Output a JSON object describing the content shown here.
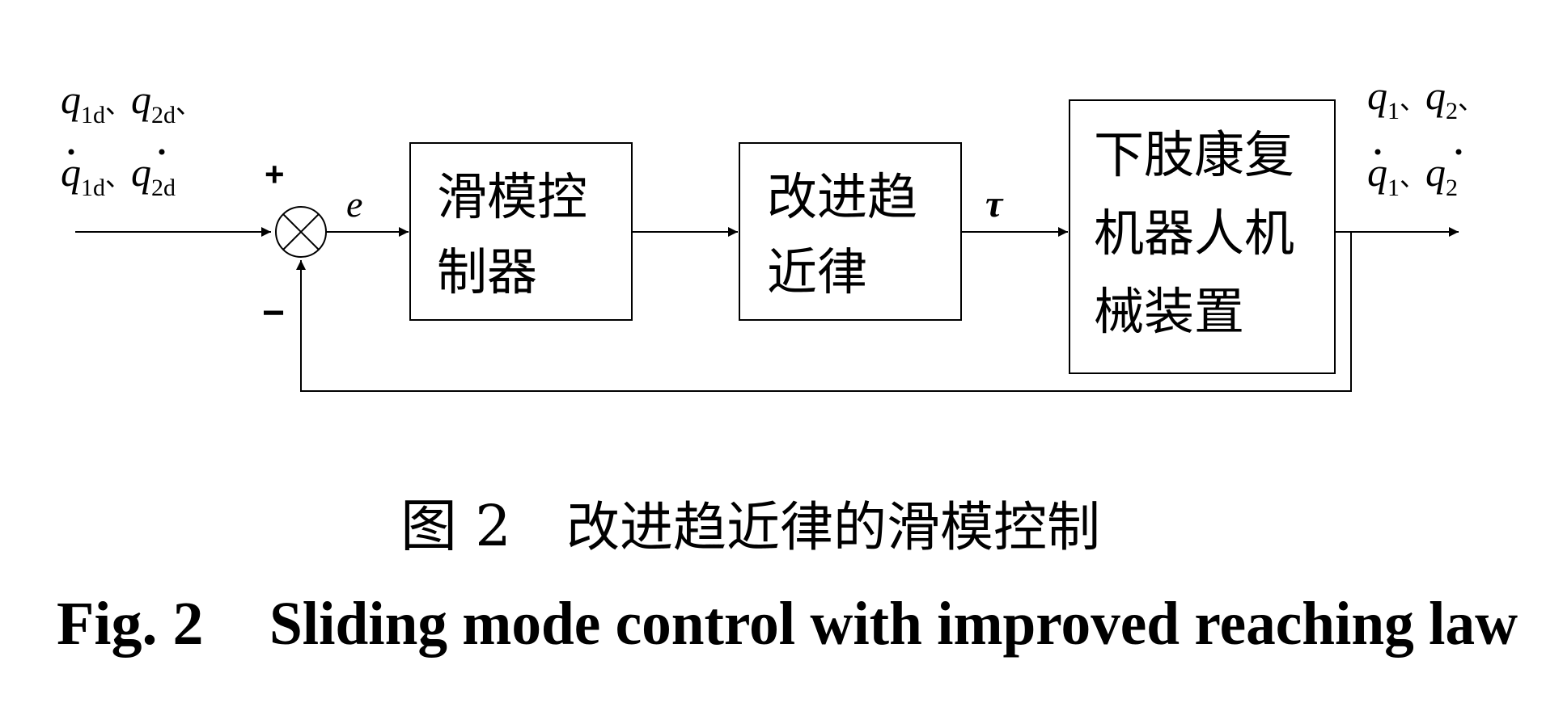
{
  "diagram": {
    "inputs": {
      "line1": {
        "a": "q",
        "a_sub": "1d",
        "b": "q",
        "b_sub": "2d",
        "sep": "、"
      },
      "line2": {
        "a": "q",
        "a_sub": "1d",
        "b": "q",
        "b_sub": "2d",
        "sep": "、"
      }
    },
    "outputs": {
      "line1": {
        "a": "q",
        "a_sub": "1",
        "b": "q",
        "b_sub": "2",
        "sep": "、"
      },
      "line2": {
        "a": "q",
        "a_sub": "1",
        "b": "q",
        "b_sub": "2",
        "sep": "、"
      }
    },
    "summing_junction": {
      "plus": "+",
      "minus": "−"
    },
    "error_signal": "e",
    "torque_signal": "τ",
    "blocks": {
      "sliding_mode_controller": {
        "line1": "滑模控",
        "line2": "制器"
      },
      "improved_reaching_law": {
        "line1": "改进趋",
        "line2": "近律"
      },
      "robot": {
        "line1": "下肢康复",
        "line2": "机器人机",
        "line3": "械装置"
      }
    }
  },
  "caption": {
    "cn_label": "图 2",
    "cn_title": "改进趋近律的滑模控制",
    "en_label": "Fig. 2",
    "en_title": "Sliding mode control with improved reaching law"
  }
}
